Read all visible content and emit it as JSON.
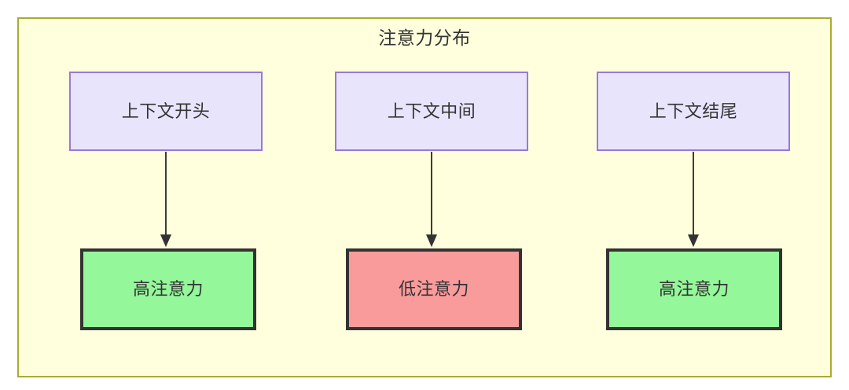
{
  "diagram": {
    "title": "注意力分布",
    "frame": {
      "background_color": "#ffffdd",
      "border_color": "#aaaa33"
    },
    "nodes": [
      {
        "id": "ctx-start",
        "label": "上下文开头",
        "type": "context",
        "fill": "#e8e4fb",
        "stroke": "#9a78d8"
      },
      {
        "id": "ctx-middle",
        "label": "上下文中间",
        "type": "context",
        "fill": "#e8e4fb",
        "stroke": "#9a78d8"
      },
      {
        "id": "ctx-end",
        "label": "上下文结尾",
        "type": "context",
        "fill": "#e8e4fb",
        "stroke": "#9a78d8"
      },
      {
        "id": "attn-high-start",
        "label": "高注意力",
        "type": "high",
        "fill": "#94f79a",
        "stroke": "#333333"
      },
      {
        "id": "attn-low-middle",
        "label": "低注意力",
        "type": "low",
        "fill": "#f99b9b",
        "stroke": "#333333"
      },
      {
        "id": "attn-high-end",
        "label": "高注意力",
        "type": "high",
        "fill": "#94f79a",
        "stroke": "#333333"
      }
    ],
    "edges": [
      {
        "from": "ctx-start",
        "to": "attn-high-start",
        "label": "",
        "arrow": "solid-triangle"
      },
      {
        "from": "ctx-middle",
        "to": "attn-low-middle",
        "label": "",
        "arrow": "solid-triangle"
      },
      {
        "from": "ctx-end",
        "to": "attn-high-end",
        "label": "",
        "arrow": "solid-triangle"
      }
    ],
    "edge_color": "#333333",
    "text_color": "#333333"
  }
}
